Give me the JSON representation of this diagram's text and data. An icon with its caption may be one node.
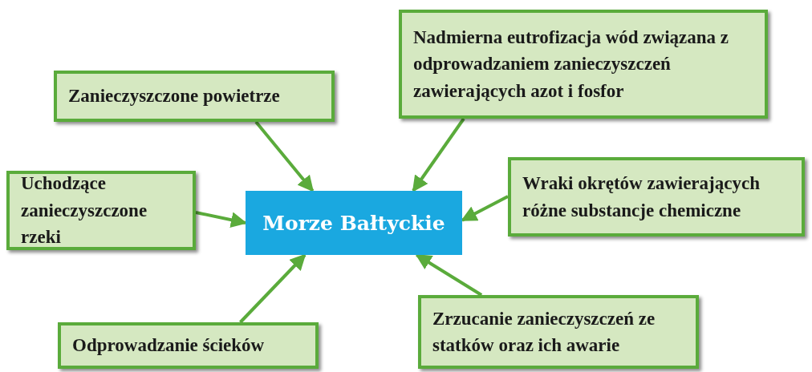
{
  "diagram": {
    "nodes": [
      {
        "text": [
          "Morze Bałtyckie"
        ]
      },
      {
        "text": [
          "Zanieczyszczone powietrze"
        ]
      },
      {
        "text": [
          "Nadmierna eutrofizacja wód związana z odprowadzaniem zanieczyszczeń zawierających azot i fosfor"
        ]
      },
      {
        "text": [
          "Uchodzące zanieczyszczone rzeki"
        ]
      },
      {
        "text": [
          "Wraki okrętów zawierających różne substancje chemiczne"
        ]
      },
      {
        "text": [
          "Odprowadzanie ścieków"
        ]
      },
      {
        "text": [
          "Zrzucanie zanieczyszczeń ze statków oraz ich awarie"
        ]
      }
    ],
    "edges": [
      {
        "from": 1,
        "to": 0,
        "arrow": "to"
      },
      {
        "from": 2,
        "to": 0,
        "arrow": "to"
      },
      {
        "from": 3,
        "to": 0,
        "arrow": "to"
      },
      {
        "from": 4,
        "to": 0,
        "arrow": "to"
      },
      {
        "from": 5,
        "to": 0,
        "arrow": "to"
      },
      {
        "from": 6,
        "to": 0,
        "arrow": "to"
      }
    ]
  }
}
